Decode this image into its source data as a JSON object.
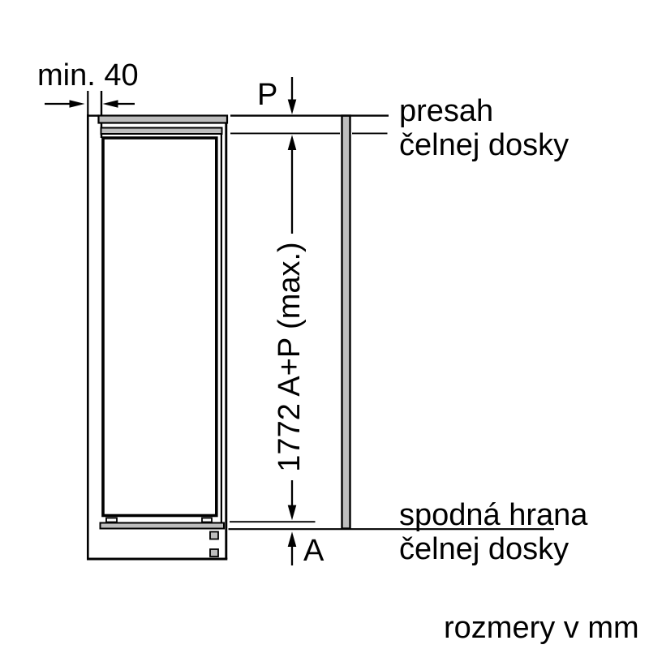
{
  "labels": {
    "min_gap": "min. 40",
    "overlap_dim": "P",
    "height_dim": "1772 A+P (max.)",
    "bottom_dim": "A",
    "top_note_line1": "presah",
    "top_note_line2": "čelnej dosky",
    "bottom_note_line1": "spodná hrana",
    "bottom_note_line2": "čelnej dosky",
    "units_note": "rozmery v mm"
  },
  "colors": {
    "line": "#000000",
    "panel_fill": "#bdbdbd",
    "background": "#ffffff"
  }
}
